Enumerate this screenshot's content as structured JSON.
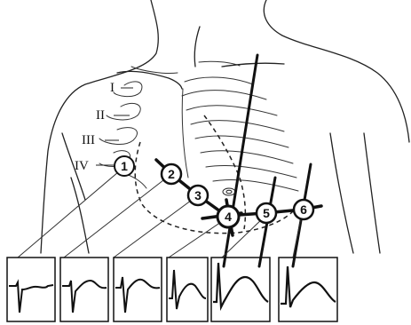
{
  "rib_labels": [
    "I",
    "II",
    "III",
    "IV"
  ],
  "leads": [
    {
      "id": "lead-1",
      "label": "1"
    },
    {
      "id": "lead-2",
      "label": "2"
    },
    {
      "id": "lead-3",
      "label": "3"
    },
    {
      "id": "lead-4",
      "label": "4"
    },
    {
      "id": "lead-5",
      "label": "5"
    },
    {
      "id": "lead-6",
      "label": "6"
    }
  ],
  "ecg_panels": [
    {
      "lead": "1"
    },
    {
      "lead": "2"
    },
    {
      "lead": "3"
    },
    {
      "lead": "4"
    },
    {
      "lead": "5"
    },
    {
      "lead": "6"
    }
  ]
}
